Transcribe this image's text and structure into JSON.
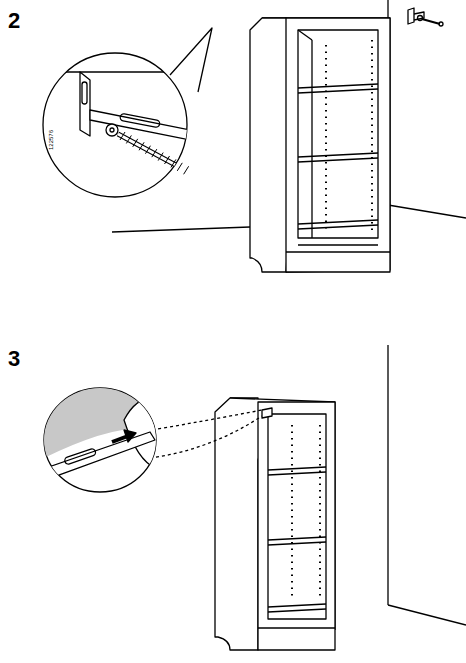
{
  "diagram": {
    "labels": [
      "2",
      "3",
      "122576"
    ]
  }
}
